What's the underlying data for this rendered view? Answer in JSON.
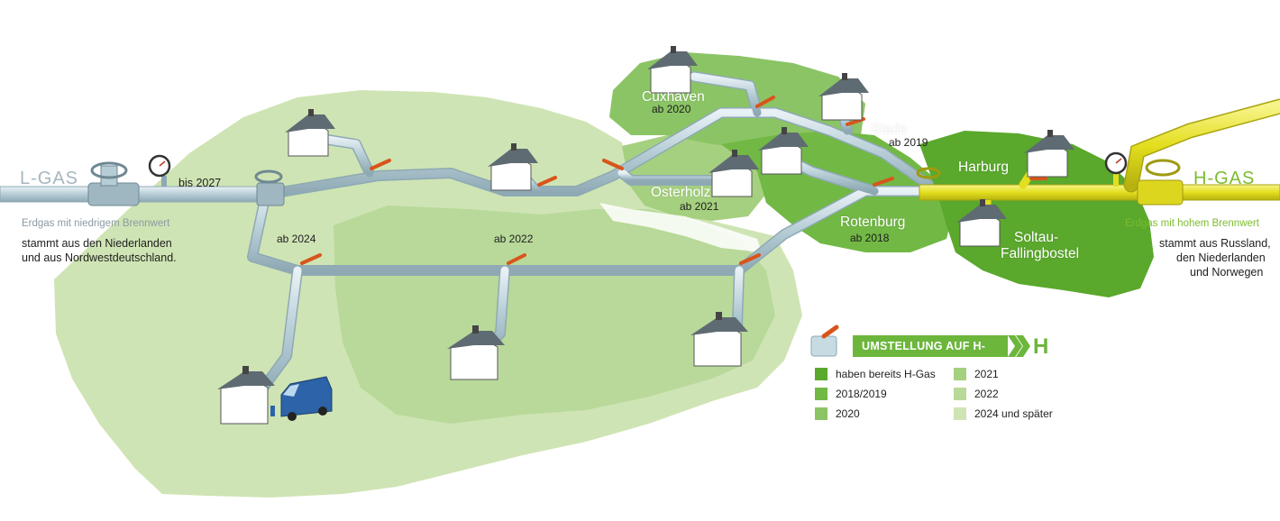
{
  "left": {
    "title": "L-GAS",
    "subtitle": "Erdgas mit niedrigem Brennwert",
    "origin_line1": "stammt aus den Niederlanden",
    "origin_line2": "und aus Nordwestdeutschland.",
    "until": "bis 2027"
  },
  "right": {
    "title": "H-GAS",
    "subtitle": "Erdgas mit hohem Brennwert",
    "origin_line1": "stammt aus Russland,",
    "origin_line2": "den Niederlanden",
    "origin_line3": "und Norwegen"
  },
  "regions": {
    "cuxhaven": {
      "name": "Cuxhaven",
      "year": "ab 2020"
    },
    "stade": {
      "name": "Stade",
      "year": "ab 2019"
    },
    "osterholz": {
      "name": "Osterholz",
      "year": "ab 2021"
    },
    "rotenburg": {
      "name": "Rotenburg",
      "year": "ab 2018"
    },
    "harburg": {
      "name": "Harburg"
    },
    "soltau_line1": "Soltau-",
    "soltau_line2": "Fallingbostel"
  },
  "branch_years": {
    "west": "ab 2024",
    "center": "ab 2022"
  },
  "legend": {
    "banner": "UMSTELLUNG AUF H-GAS",
    "h_letter": "H",
    "items": [
      {
        "label": "haben bereits H-Gas",
        "color": "#5aa82c"
      },
      {
        "label": "2018/2019",
        "color": "#72b845"
      },
      {
        "label": "2020",
        "color": "#8bc465"
      },
      {
        "label": "2021",
        "color": "#a5d07f"
      },
      {
        "label": "2022",
        "color": "#b8d99a"
      },
      {
        "label": "2024 und später",
        "color": "#cfe4b4"
      }
    ]
  },
  "colors": {
    "l_gas_text": "#a7b6bf",
    "h_gas_text": "#7cbd2f",
    "h_gas_pipe": "#e6e21e",
    "l_gas_pipe": "#bcd4dd",
    "valve_handle": "#d9541c",
    "map_2024": "#cfe4b4",
    "map_2022": "#b8d99a",
    "map_2021": "#a5d07f",
    "map_2020": "#8bc465",
    "map_2018": "#72b845",
    "map_h": "#5aa82c"
  }
}
